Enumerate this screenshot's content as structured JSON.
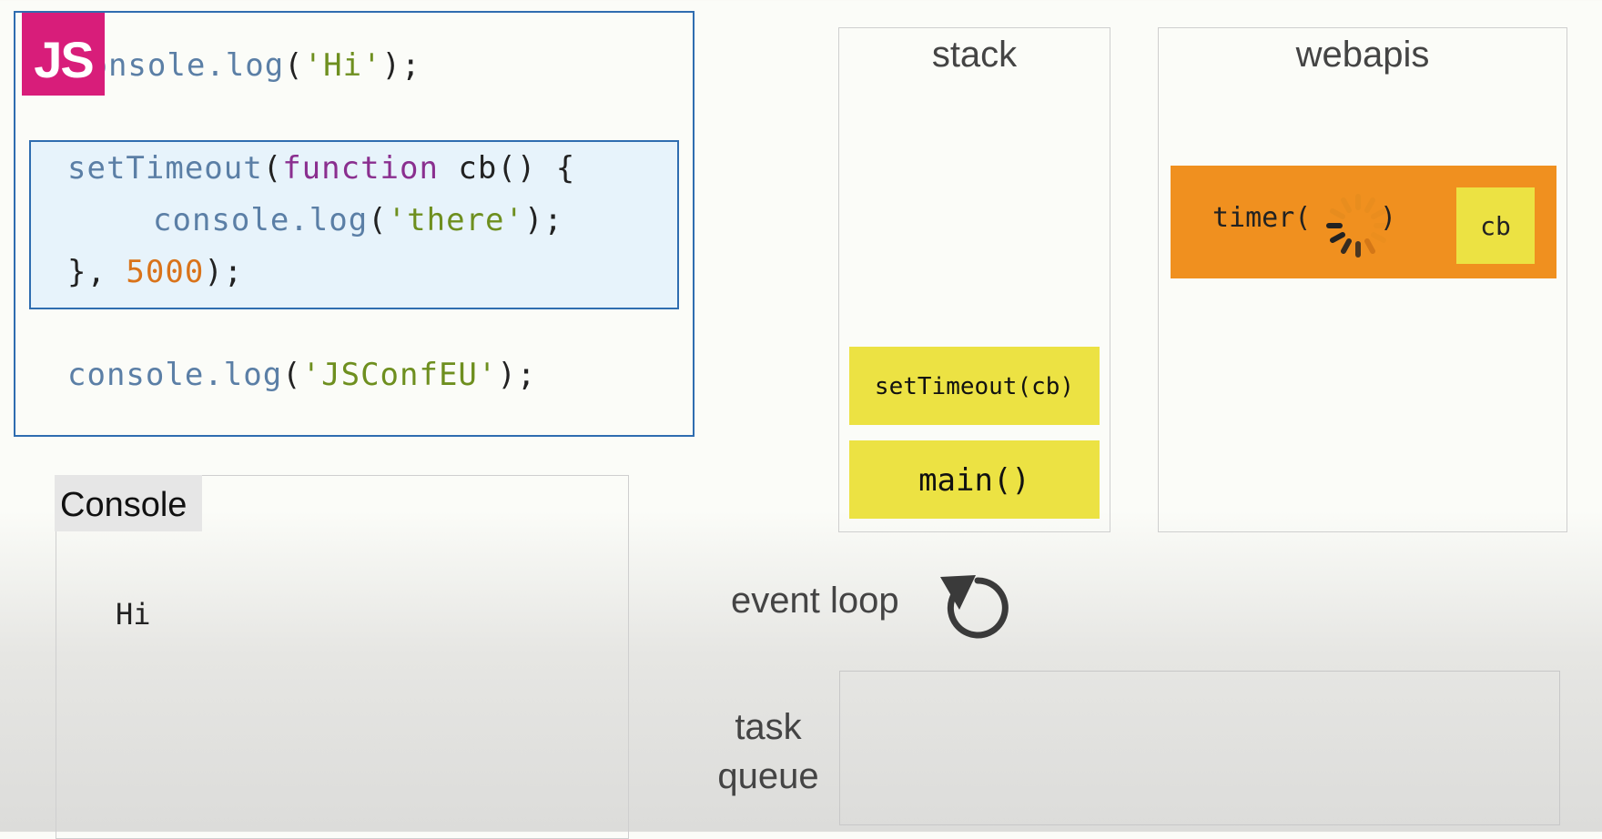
{
  "code": {
    "line1": {
      "fn": "console.log",
      "open": "(",
      "str": "'Hi'",
      "close": ");"
    },
    "block": {
      "line1": {
        "fn": "setTimeout",
        "open": "(",
        "kw": "function",
        "id": " cb",
        "rest": "() {"
      },
      "line2": {
        "fn": "console.log",
        "open": "(",
        "str": "'there'",
        "close": ");"
      },
      "line3": {
        "start": "}, ",
        "num": "5000",
        "close": ");"
      }
    },
    "line3": {
      "fn": "console.log",
      "open": "(",
      "str": "'JSConfEU'",
      "close": ");"
    }
  },
  "logo": {
    "text": "JS",
    "color": "#d81d7a"
  },
  "console": {
    "title": "Console",
    "output": [
      "Hi"
    ]
  },
  "stack": {
    "title": "stack",
    "frames": [
      "setTimeout(cb)",
      "main()"
    ]
  },
  "webapis": {
    "title": "webapis",
    "timer_label": "timer(",
    "timer_close": ")",
    "callback": "cb",
    "timer_color": "#f0901f"
  },
  "event_loop": {
    "label": "event loop",
    "icon": "refresh-arrow-icon"
  },
  "task_queue": {
    "label_line1": "task",
    "label_line2": "queue"
  },
  "colors": {
    "frame": "#ece243",
    "code_border": "#2f6db0",
    "block_bg": "#e7f3fb"
  }
}
